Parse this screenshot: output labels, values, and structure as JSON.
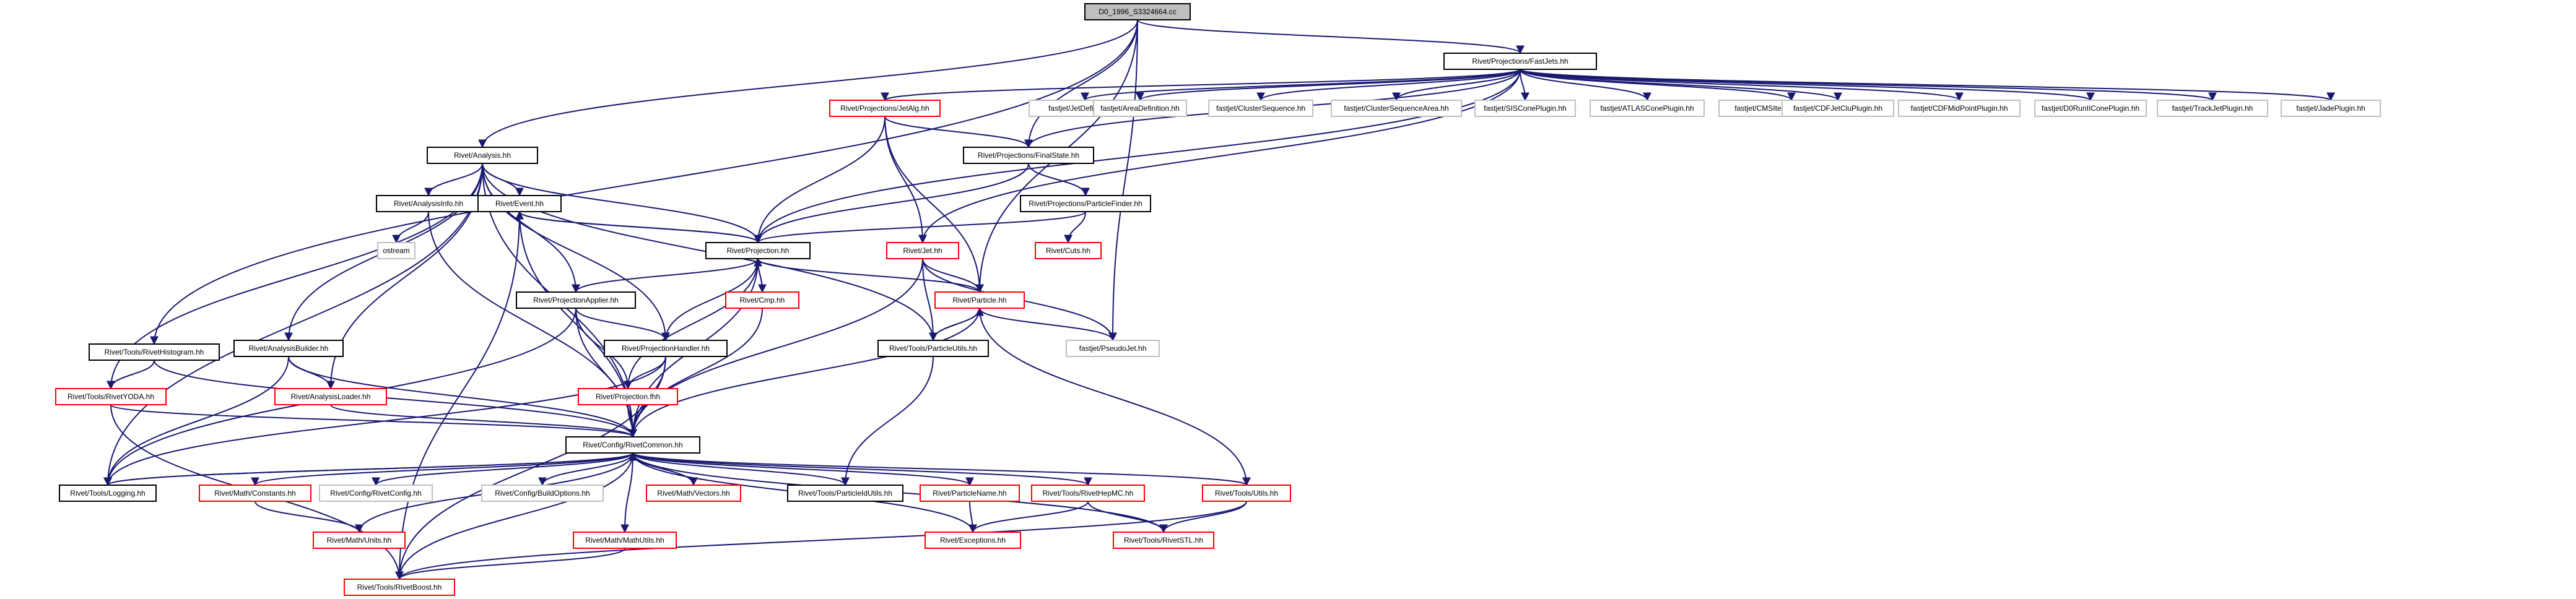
{
  "title": "D0_1996_S3324664.cc",
  "colors": {
    "edge": "#191970",
    "documented_border": "#000000",
    "incomplete_border": "#ff0000",
    "external_border": "#bfbfbf",
    "root_fill": "#bfbfbf"
  },
  "nodes": {
    "root": "D0_1996_S3324664.cc",
    "fastjets": "Rivet/Projections/FastJets.hh",
    "analysis": "Rivet/Analysis.hh",
    "smeared": "Rivet/Tools/RivetHistogram.hh",
    "jetalg": "Rivet/Projections/JetAlg.hh",
    "fj_jetdef": "fastjet/JetDefinition.hh",
    "fj_areadef": "fastjet/AreaDefinition.hh",
    "fj_clseq": "fastjet/ClusterSequence.hh",
    "fj_clseqarea": "fastjet/ClusterSequenceArea.hh",
    "fj_siscone": "fastjet/SISConePlugin.hh",
    "fj_atlascone": "fastjet/ATLASConePlugin.hh",
    "fj_cmsiter": "fastjet/CMSIterativeConePlugin.hh",
    "fj_cdfjetclu": "fastjet/CDFJetCluPlugin.hh",
    "fj_cdfmidpt": "fastjet/CDFMidPointPlugin.hh",
    "fj_d0run": "fastjet/D0RunIIConePlugin.hh",
    "fj_trackjet": "fastjet/TrackJetPlugin.hh",
    "fj_jade": "fastjet/JadePlugin.hh",
    "finalstate": "Rivet/Projections/FinalState.hh",
    "analysisinfo": "Rivet/AnalysisInfo.hh",
    "event": "Rivet/Event.hh",
    "particlefinder": "Rivet/Projections/ParticleFinder.hh",
    "ostream": "ostream",
    "projection": "Rivet/Projection.hh",
    "jet": "Rivet/Jet.hh",
    "cuts": "Rivet/Cuts.hh",
    "projapplier": "Rivet/ProjectionApplier.hh",
    "cmp": "Rivet/Cmp.hh",
    "particle": "Rivet/Particle.hh",
    "analysisbuilder": "Rivet/AnalysisBuilder.hh",
    "projhandler": "Rivet/ProjectionHandler.hh",
    "particleutils": "Rivet/Tools/ParticleUtils.hh",
    "pseudojet": "fastjet/PseudoJet.hh",
    "rivetyoda": "Rivet/Tools/RivetYODA.hh",
    "analysisloader": "Rivet/AnalysisLoader.hh",
    "projectionfhh": "Rivet/Projection.fhh",
    "rivetcommon": "Rivet/Config/RivetCommon.hh",
    "logging": "Rivet/Tools/Logging.hh",
    "constants": "Rivet/Math/Constants.hh",
    "rivetconfig": "Rivet/Config/RivetConfig.hh",
    "buildoptions": "Rivet/Config/BuildOptions.hh",
    "vectors": "Rivet/Math/Vectors.hh",
    "particleidutils": "Rivet/Tools/ParticleIdUtils.hh",
    "particlename": "Rivet/ParticleName.hh",
    "rivethepmc": "Rivet/Tools/RivetHepMC.hh",
    "utils": "Rivet/Tools/Utils.hh",
    "mathunits": "Rivet/Math/Units.hh",
    "mathutils": "Rivet/Math/MathUtils.hh",
    "exceptions": "Rivet/Exceptions.hh",
    "rivetstl": "Rivet/Tools/RivetSTL.hh",
    "rivetboost": "Rivet/Tools/RivetBoost.hh"
  }
}
